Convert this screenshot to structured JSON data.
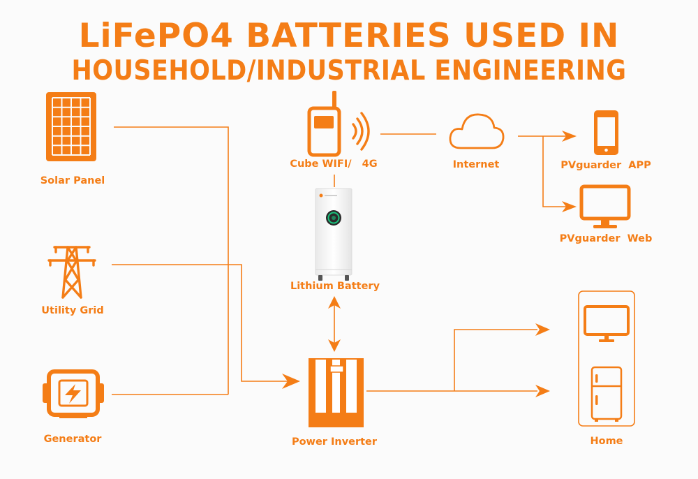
{
  "title": {
    "line1": "LiFePO4 BATTERIES USED IN",
    "line2": "HOUSEHOLD/INDUSTRIAL ENGINEERING"
  },
  "nodes": {
    "solar_panel": "Solar Panel",
    "utility_grid": "Utility Grid",
    "generator": "Generator",
    "cube_wifi": "Cube WIFI/   4G",
    "internet": "Internet",
    "pvguarder_app": "PVguarder  APP",
    "pvguarder_web": "PVguarder  Web",
    "lithium_battery": "Lithium Battery",
    "power_inverter": "Power Inverter",
    "home": "Home"
  },
  "colors": {
    "accent": "#f47d16",
    "battery_body": "#ffffff",
    "battery_display": "#2a2a2a",
    "battery_ring": "#19c37d"
  },
  "icons": {
    "solar_panel": "solar-panel-icon",
    "utility_grid": "transmission-tower-icon",
    "generator": "generator-icon",
    "cube_wifi": "walkie-talkie-signal-icon",
    "internet": "cloud-icon",
    "app": "smartphone-icon",
    "web": "monitor-icon",
    "home_tv": "tv-icon",
    "home_fridge": "fridge-icon"
  }
}
